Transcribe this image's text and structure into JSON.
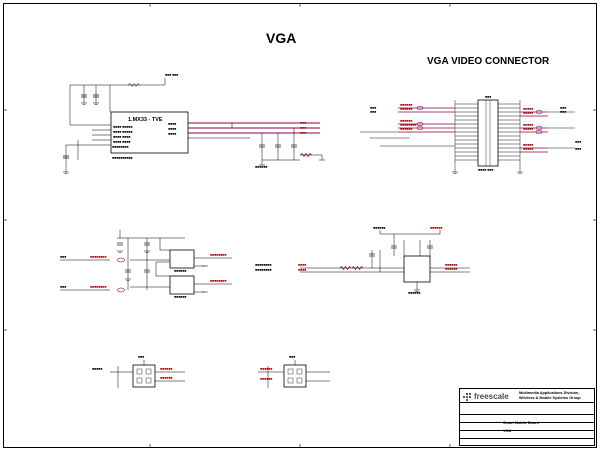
{
  "page": {
    "title": "VGA"
  },
  "sections": {
    "connector_title": "VGA VIDEO CONNECTOR"
  },
  "components": {
    "dac_chip_label": "1.MX33 - TVE"
  },
  "title_block": {
    "company_logo": "freescale",
    "division_line1": "Multimedia Applications Division,",
    "division_line2": "Wireless & Mobile Systems Group",
    "board_name": "Smart Mobile Board",
    "sheet_name": "VGA"
  },
  "colors": {
    "wire": "#000000",
    "net_label": "#9a0000",
    "bus": "#8b0050"
  },
  "icons": [
    "freescale-logo-icon",
    "ground-symbol-icon",
    "resistor-icon",
    "capacitor-icon",
    "ferrite-bead-icon"
  ]
}
